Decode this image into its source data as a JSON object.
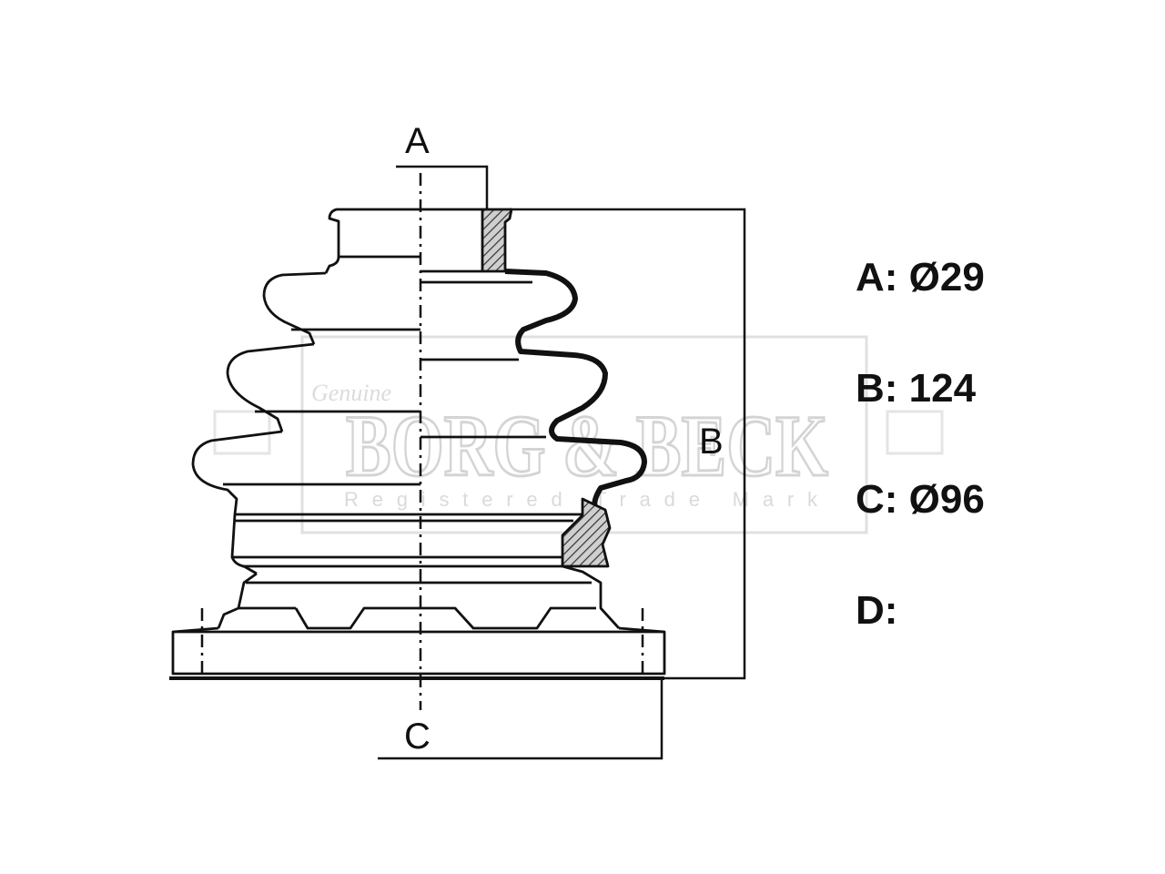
{
  "diagram": {
    "dimension_labels": {
      "a": "A",
      "b": "B",
      "c": "C"
    }
  },
  "specs": [
    {
      "key": "A",
      "value": "Ø29"
    },
    {
      "key": "B",
      "value": "124"
    },
    {
      "key": "C",
      "value": "Ø96"
    },
    {
      "key": "D",
      "value": ""
    }
  ],
  "watermark": {
    "brand": "BORG & BECK",
    "script": "Genuine",
    "tagline": "Registered Trade Mark",
    "color": "#d4d4d4"
  },
  "colors": {
    "line": "#111111",
    "background": "#ffffff",
    "hatch": "#222222"
  }
}
